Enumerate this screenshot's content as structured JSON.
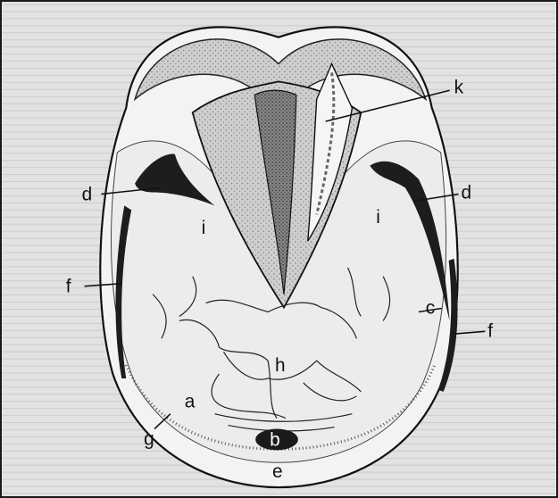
{
  "labels": {
    "k": "k",
    "d_left": "d",
    "d_right": "d",
    "i_left": "i",
    "i_right": "i",
    "f_left": "f",
    "f_right": "f",
    "c": "c",
    "h": "h",
    "a": "a",
    "g": "g",
    "b": "b",
    "e": "e"
  }
}
